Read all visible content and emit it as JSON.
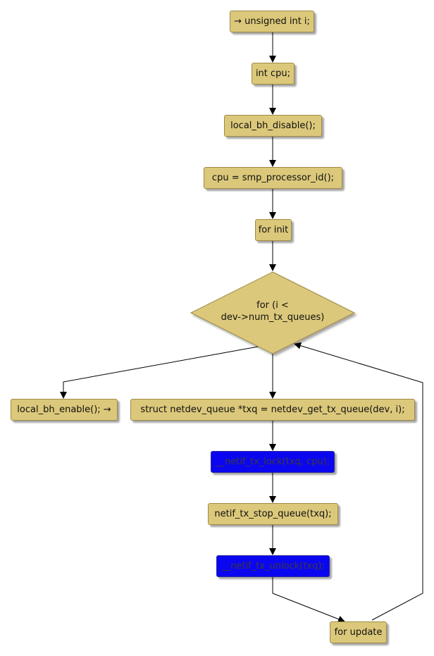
{
  "diagram": {
    "nodes": {
      "n1": "→ unsigned int i;",
      "n2": "int cpu;",
      "n3": "local_bh_disable();",
      "n4": "cpu = smp_processor_id();",
      "n5": "for init",
      "decision_line1": "for (i <",
      "decision_line2": "dev->num_tx_queues)",
      "exit": "local_bh_enable(); →",
      "n6": "struct netdev_queue *txq = netdev_get_tx_queue(dev, i);",
      "n7": "__netif_tx_lock(txq, cpu);",
      "n8": "netif_tx_stop_queue(txq);",
      "n9": "__netif_tx_unlock(txq);",
      "n10": "for update"
    },
    "colors": {
      "node_fill": "#dbc87a",
      "highlight_fill": "#0b06f0",
      "edge": "#000000"
    }
  }
}
